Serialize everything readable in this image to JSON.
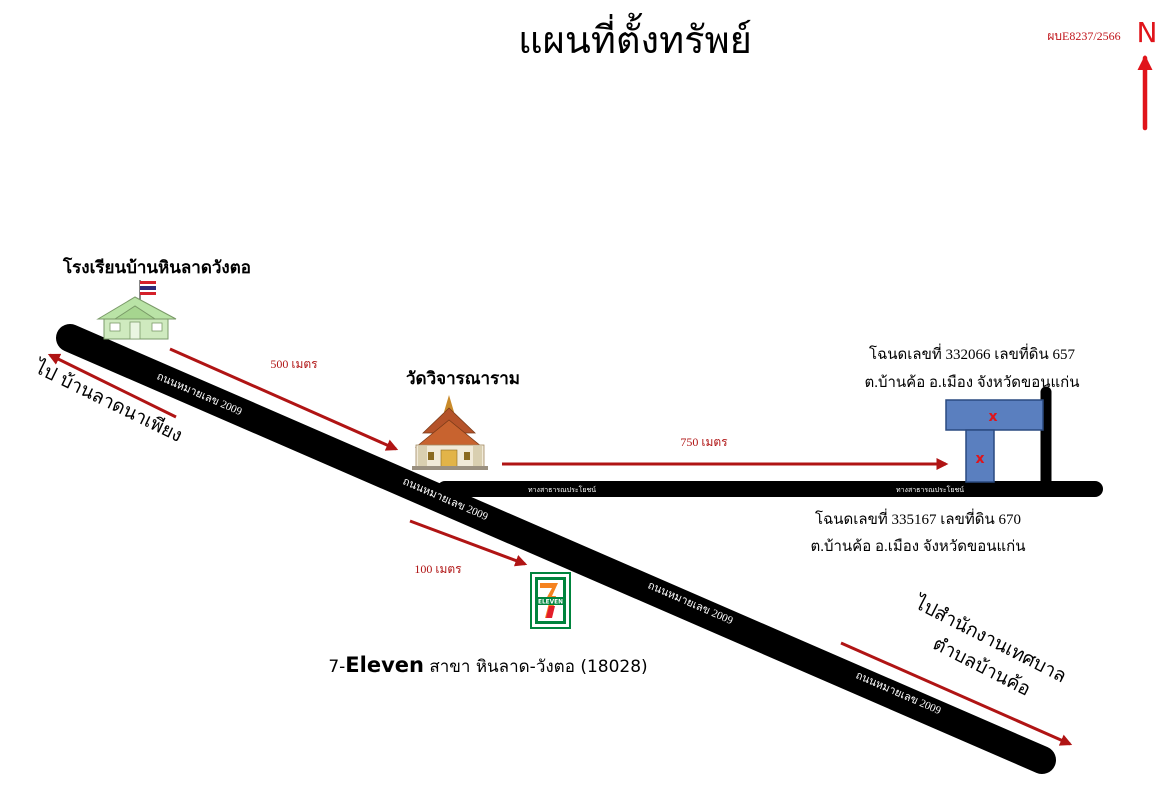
{
  "title": "แผนที่ตั้งทรัพย์",
  "ref_code": "ผบE8237/2566",
  "north_label": "N",
  "landmarks": {
    "school": "โรงเรียนบ้านหินลาดวังตอ",
    "temple": "วัดวิจารณาราม",
    "seven_eleven_logo_text": "ELEVEN",
    "seven_eleven_prefix": "7-",
    "seven_eleven_brand": "Eleven",
    "seven_eleven_suffix": " สาขา หินลาด-วังตอ (18028)"
  },
  "roads": {
    "highway_label": "ถนนหมายเลข 2009",
    "public_way_label": "ทางสาธารณประโยชน์"
  },
  "distances": {
    "school_to_temple": "500 เมตร",
    "temple_to_property": "750 เมตร",
    "to_seven_eleven": "100 เมตร"
  },
  "directions": {
    "to_west": "ไป บ้านลาดนาเพียง",
    "to_east_line1": "ไปสำนักงานเทศบาล",
    "to_east_line2": "ตำบลบ้านค้อ"
  },
  "parcels": {
    "north_line1": "โฉนดเลขที่ 332066 เลขที่ดิน 657",
    "north_line2": "ต.บ้านค้อ อ.เมือง  จังหวัดขอนแก่น",
    "south_line1": "โฉนดเลขที่ 335167 เลขที่ดิน 670",
    "south_line2": "ต.บ้านค้อ อ.เมือง  จังหวัดขอนแก่น",
    "mark": "x"
  },
  "colors": {
    "road": "#000000",
    "arrow": "#b01414",
    "distance_text": "#b01414",
    "parcel_fill": "#5a7fbf",
    "north_red": "#e0141a",
    "school_green": "#b9e3a6",
    "seven_green": "#00843d",
    "seven_orange": "#f58220"
  }
}
